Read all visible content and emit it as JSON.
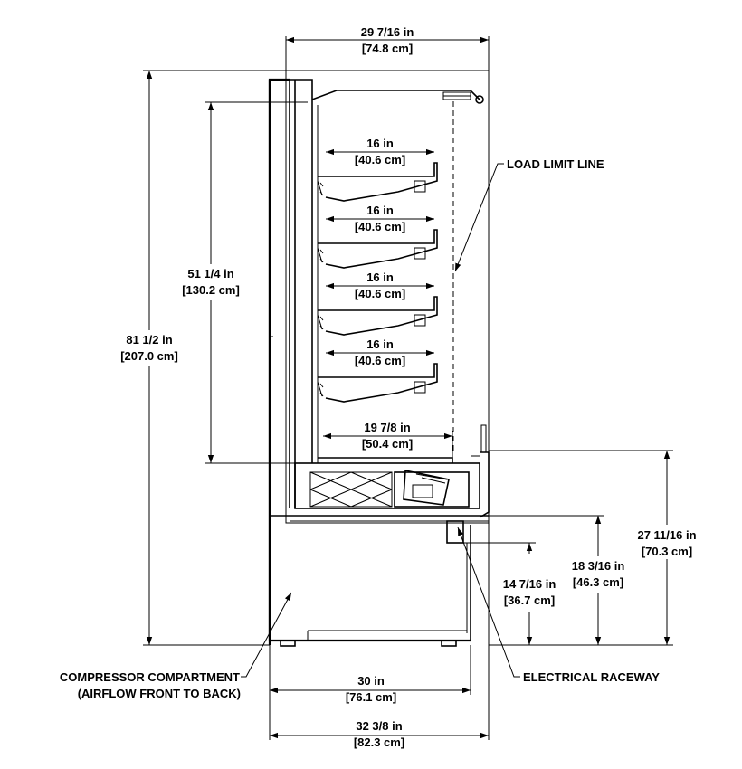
{
  "dimensions": {
    "overall_width": {
      "in": "29 7/16 in",
      "cm": "[74.8 cm]"
    },
    "overall_height": {
      "in": "81 1/2 in",
      "cm": "[207.0 cm]"
    },
    "display_height": {
      "in": "51 1/4 in",
      "cm": "[130.2 cm]"
    },
    "shelves": [
      {
        "in": "16 in",
        "cm": "[40.6 cm]"
      },
      {
        "in": "16 in",
        "cm": "[40.6 cm]"
      },
      {
        "in": "16 in",
        "cm": "[40.6 cm]"
      },
      {
        "in": "16 in",
        "cm": "[40.6 cm]"
      }
    ],
    "deck_depth": {
      "in": "19 7/8 in",
      "cm": "[50.4 cm]"
    },
    "height_27": {
      "in": "27 11/16 in",
      "cm": "[70.3 cm]"
    },
    "height_18": {
      "in": "18 3/16 in",
      "cm": "[46.3 cm]"
    },
    "height_14": {
      "in": "14 7/16 in",
      "cm": "[36.7 cm]"
    },
    "base_depth": {
      "in": "30 in",
      "cm": "[76.1 cm]"
    },
    "overall_depth": {
      "in": "32 3/8 in",
      "cm": "[82.3 cm]"
    }
  },
  "callouts": {
    "load_limit": "LOAD LIMIT LINE",
    "compressor_line1": "COMPRESSOR COMPARTMENT",
    "compressor_line2": "(AIRFLOW FRONT TO BACK)",
    "electrical": "ELECTRICAL RACEWAY"
  }
}
